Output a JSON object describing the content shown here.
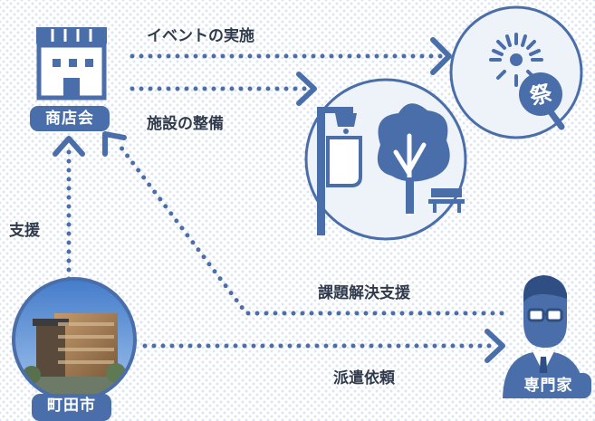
{
  "nodes": {
    "shotenkai": "商店会",
    "machida": "町田市",
    "senmonka": "専門家"
  },
  "labels": {
    "event": "イベントの実施",
    "facility": "施設の整備",
    "support": "支援",
    "problem_support": "課題解決支援",
    "dispatch": "派遣依頼"
  },
  "festival_fan_char": "祭",
  "colors": {
    "primary": "#4a6ea9",
    "dots": "#4a6ea9",
    "text": "#2f3a4c",
    "circle_fill": "#eef3fa"
  },
  "icons": {
    "shop": "storefront-icon",
    "festival": "fireworks-fan-icon",
    "facility": "streetlight-tree-bench-icon",
    "city": "city-hall-photo",
    "expert": "businessman-icon"
  }
}
